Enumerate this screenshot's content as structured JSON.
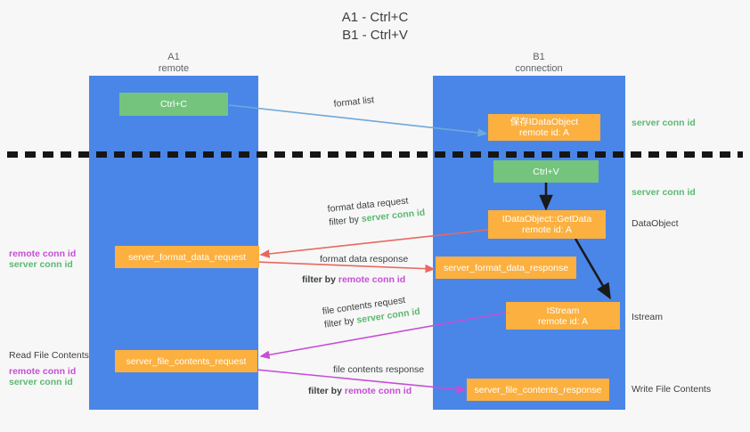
{
  "title": {
    "line1": "A1 - Ctrl+C",
    "line2": "B1 - Ctrl+V"
  },
  "columns": [
    {
      "name": "A1",
      "sub": "remote"
    },
    {
      "name": "B1",
      "sub": "connection"
    }
  ],
  "boxes": {
    "ctrl_c": "Ctrl+C",
    "ctrl_v": "Ctrl+V",
    "save_idataobject_l1": "保存IDataObject",
    "save_idataobject_l2": "remote id: A",
    "getdata_l1": "IDataObject::GetData",
    "getdata_l2": "remote id: A",
    "istream_l1": "IStream",
    "istream_l2": "remote id: A",
    "server_format_data_request": "server_format_data_request",
    "server_format_data_response": "server_format_data_response",
    "server_file_contents_request": "server_file_contents_request",
    "server_file_contents_response": "server_file_contents_response"
  },
  "edges": {
    "format_list": "format list",
    "format_data_request": "format data request",
    "format_data_response": "format data response",
    "file_contents_request": "file contents request",
    "file_contents_response": "file contents response",
    "filter_by": "filter by",
    "server_conn_id": "server conn id",
    "remote_conn_id": "remote conn id"
  },
  "side_labels": {
    "right_server_conn_id_top": "server conn id",
    "right_server_conn_id_mid": "server conn id",
    "right_dataobject": "DataObject",
    "right_istream": "Istream",
    "right_write_file_contents": "Write File Contents",
    "left_remote_conn_id_1": "remote conn id",
    "left_server_conn_id_1": "server conn id",
    "left_read_file_contents": "Read File Contents",
    "left_remote_conn_id_2": "remote conn id",
    "left_server_conn_id_2": "server conn id"
  },
  "colors": {
    "lane": "#4a86e8",
    "green_box": "#74c47d",
    "orange_box": "#fbb03f",
    "green_text": "#5bb972",
    "purple_text": "#c64ed6",
    "arrow_blue": "#6fa8dc",
    "arrow_red": "#e8685f",
    "arrow_magenta": "#c64ed6",
    "arrow_black": "#1a1a1a",
    "background": "#f7f7f7"
  }
}
